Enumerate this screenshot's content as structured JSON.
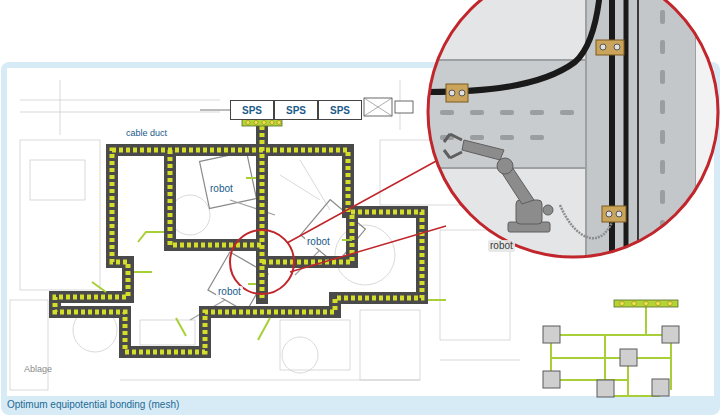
{
  "diagram": {
    "caption": "Optimum equipotential bonding (mesh)",
    "nodes": [
      {
        "text": [
          "SPS"
        ]
      },
      {
        "text": [
          "SPS"
        ]
      },
      {
        "text": [
          "SPS"
        ]
      }
    ],
    "labels": [
      "cable duct",
      "robot",
      "robot",
      "robot",
      "robot",
      "Ablage"
    ]
  }
}
